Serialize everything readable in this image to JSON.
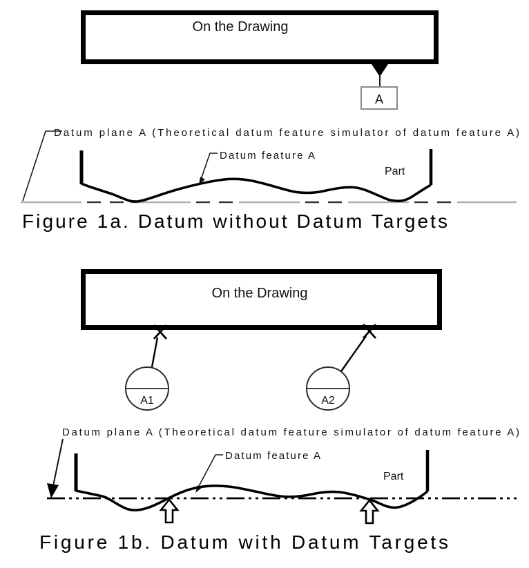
{
  "colors": {
    "ink": "#000000",
    "muted_plane_gray": "#b0b0b0",
    "dash_dark": "#333333",
    "datum_box_border": "#8a8a8a",
    "background": "#ffffff"
  },
  "figure_1a": {
    "on_drawing_label": "On the Drawing",
    "datum_letter": "A",
    "datum_plane_label": "Datum plane A (Theoretical datum feature simulator of datum feature A)",
    "datum_feature_label": "Datum feature A",
    "part_label": "Part",
    "caption": "Figure 1a. Datum without Datum Targets"
  },
  "figure_1b": {
    "on_drawing_label": "On the Drawing",
    "datum_targets": [
      {
        "label": "A1"
      },
      {
        "label": "A2"
      }
    ],
    "datum_plane_label": "Datum plane A (Theoretical datum feature simulator of datum feature A)",
    "datum_feature_label": "Datum feature A",
    "part_label": "Part",
    "caption": "Figure 1b. Datum with Datum Targets"
  }
}
